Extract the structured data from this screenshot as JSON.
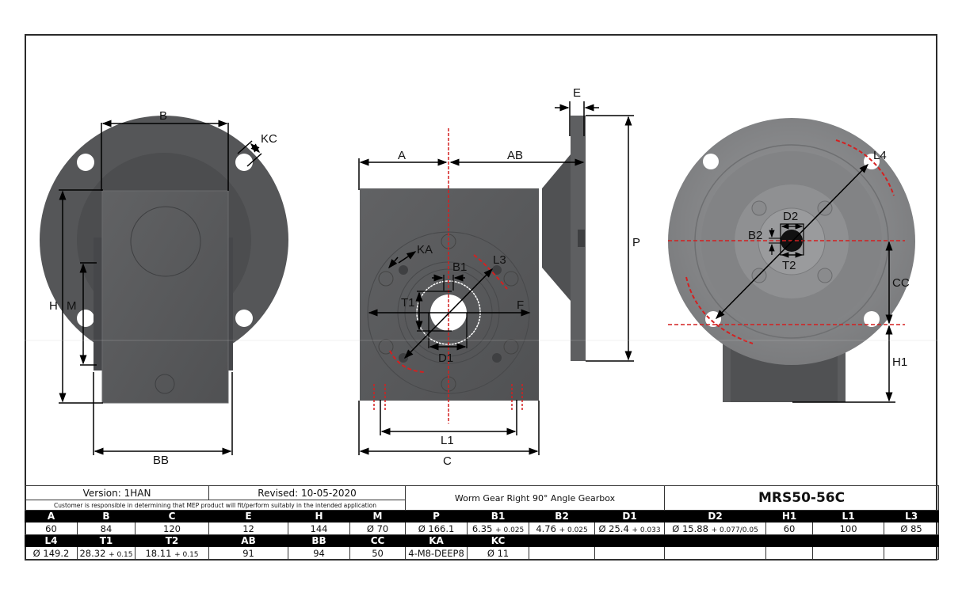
{
  "title_block": {
    "version": "Version: 1HAN",
    "revised": "Revised: 10-05-2020",
    "disclaimer": "Customer is responsible in determining that MEP product will fit/perform suitably in the intended application",
    "description": "Worm Gear Right 90° Angle Gearbox",
    "model": "MRS50-56C"
  },
  "drawing": {
    "left_view_labels": {
      "B": "B",
      "KC": "KC",
      "H": "H",
      "M": "M",
      "BB": "BB"
    },
    "center_view_labels": {
      "A": "A",
      "AB": "AB",
      "E": "E",
      "P": "P",
      "KA": "KA",
      "B1": "B1",
      "L3": "L3",
      "T1": "T1",
      "F": "F",
      "D1": "D1",
      "L1": "L1",
      "C": "C"
    },
    "right_view_labels": {
      "L4": "L4",
      "D2": "D2",
      "B2": "B2",
      "T2": "T2",
      "CC": "CC",
      "H1": "H1"
    },
    "colors": {
      "body": "#5a5b5d",
      "body_dark": "#4a4b4d",
      "flange": "#6b6c6e",
      "right_body": "#8a8b8d",
      "dim_line": "#000000",
      "center_line": "#d42020"
    }
  },
  "spec_table": {
    "row1_headers": [
      "A",
      "B",
      "C",
      "E",
      "H",
      "M",
      "P",
      "B1",
      "B2",
      "D1",
      "D2",
      "H1",
      "L1",
      "L3"
    ],
    "row1_values": [
      {
        "v": "60",
        "t": ""
      },
      {
        "v": "84",
        "t": ""
      },
      {
        "v": "120",
        "t": ""
      },
      {
        "v": "12",
        "t": ""
      },
      {
        "v": "144",
        "t": ""
      },
      {
        "v": "Ø 70",
        "t": ""
      },
      {
        "v": "Ø 166.1",
        "t": ""
      },
      {
        "v": "6.35",
        "t": "+ 0.025"
      },
      {
        "v": "4.76",
        "t": "+ 0.025"
      },
      {
        "v": "Ø 25.4",
        "t": "+ 0.033"
      },
      {
        "v": "Ø 15.88",
        "t": "+ 0.077/0.05"
      },
      {
        "v": "60",
        "t": ""
      },
      {
        "v": "100",
        "t": ""
      },
      {
        "v": "Ø 85",
        "t": ""
      }
    ],
    "row2_headers": [
      "L4",
      "T1",
      "T2",
      "AB",
      "BB",
      "CC",
      "KA",
      "KC",
      "",
      "",
      "",
      "",
      "",
      ""
    ],
    "row2_values": [
      {
        "v": "Ø 149.2",
        "t": ""
      },
      {
        "v": "28.32",
        "t": "+ 0.15"
      },
      {
        "v": "18.11",
        "t": "+ 0.15"
      },
      {
        "v": "91",
        "t": ""
      },
      {
        "v": "94",
        "t": ""
      },
      {
        "v": "50",
        "t": ""
      },
      {
        "v": "4-M8-DEEP8",
        "t": ""
      },
      {
        "v": "Ø 11",
        "t": ""
      },
      {
        "v": "",
        "t": ""
      },
      {
        "v": "",
        "t": ""
      },
      {
        "v": "",
        "t": ""
      },
      {
        "v": "",
        "t": ""
      },
      {
        "v": "",
        "t": ""
      },
      {
        "v": "",
        "t": ""
      }
    ]
  }
}
